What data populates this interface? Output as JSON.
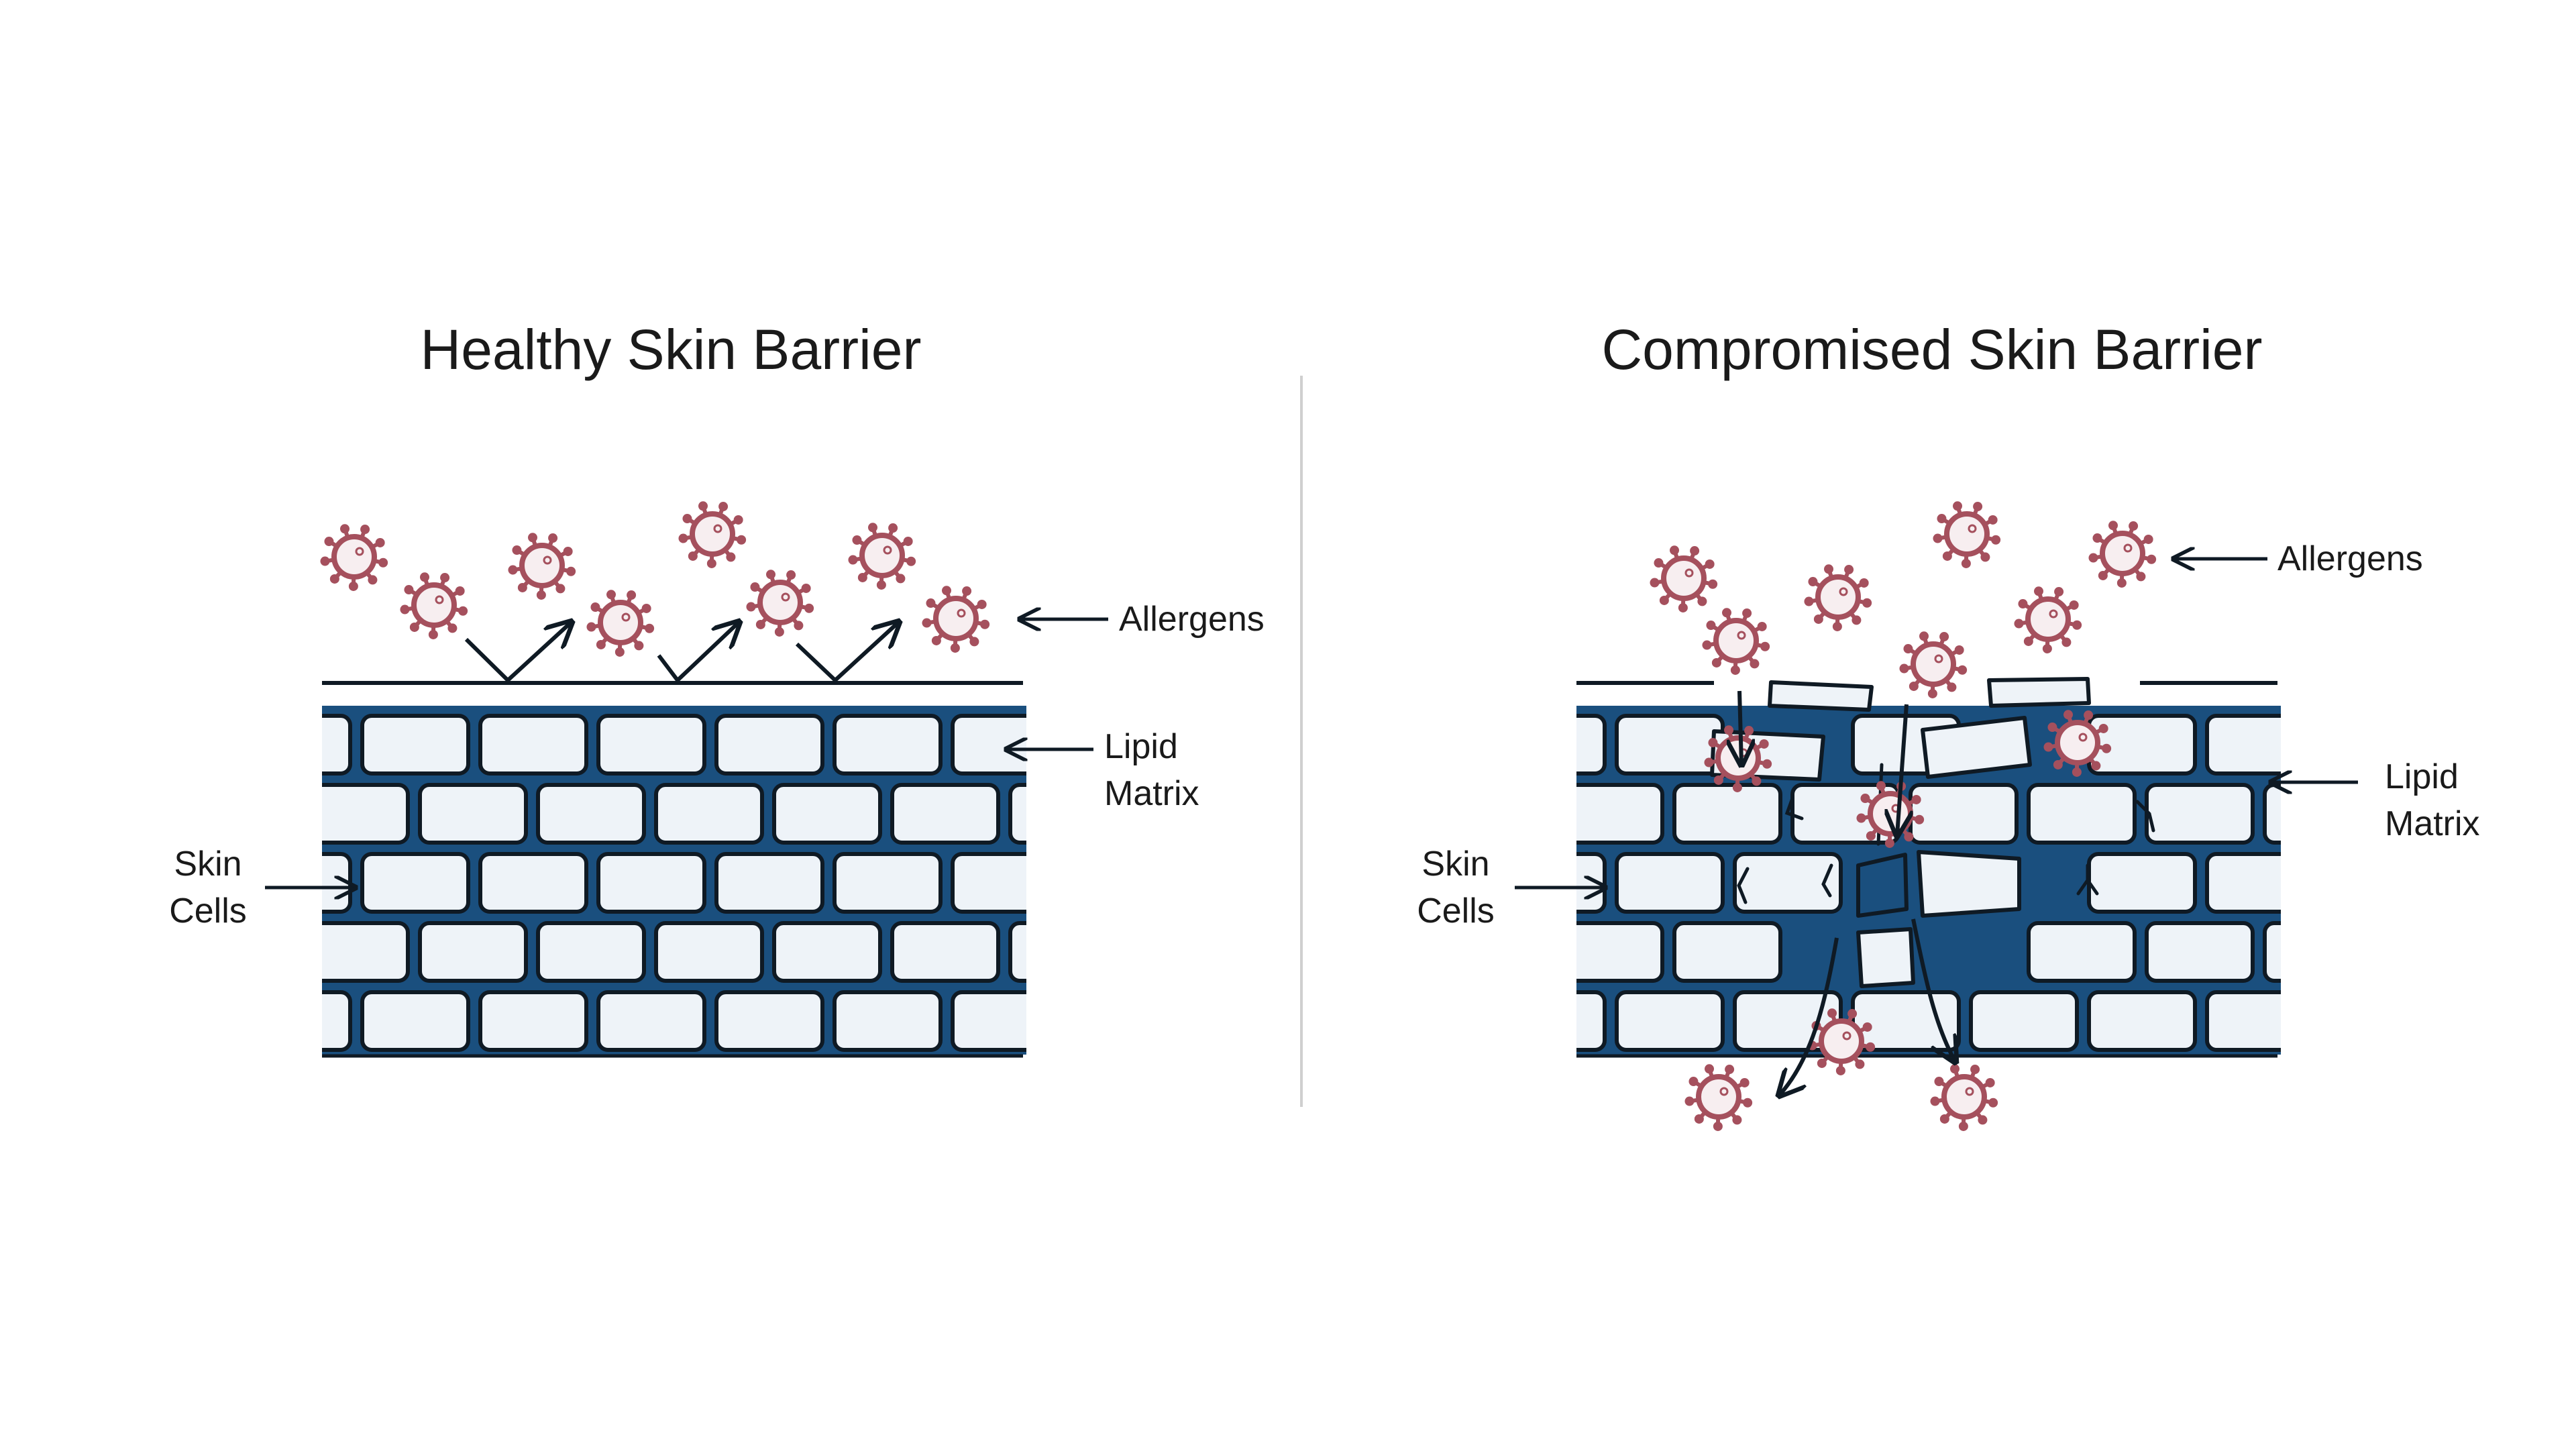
{
  "left_panel": {
    "title": "Healthy Skin Barrier",
    "labels": {
      "allergens": "Allergens",
      "lipid_line1": "Lipid",
      "lipid_line2": "Matrix",
      "skin_line1": "Skin",
      "skin_line2": "Cells"
    }
  },
  "right_panel": {
    "title": "Compromised Skin Barrier",
    "labels": {
      "allergens": "Allergens",
      "lipid_line1": "Lipid",
      "lipid_line2": "Matrix",
      "skin_line1": "Skin",
      "skin_line2": "Cells"
    }
  },
  "colors": {
    "lipid_matrix": "#1a4f7e",
    "skin_cell": "#eef3f8",
    "outline": "#0f1a24",
    "allergen": "#a5505d",
    "allergen_core": "#f7eef0",
    "divider": "#cfcfcf"
  },
  "icons": {
    "allergen": "virus-particle-icon",
    "arrow": "arrow-icon"
  }
}
